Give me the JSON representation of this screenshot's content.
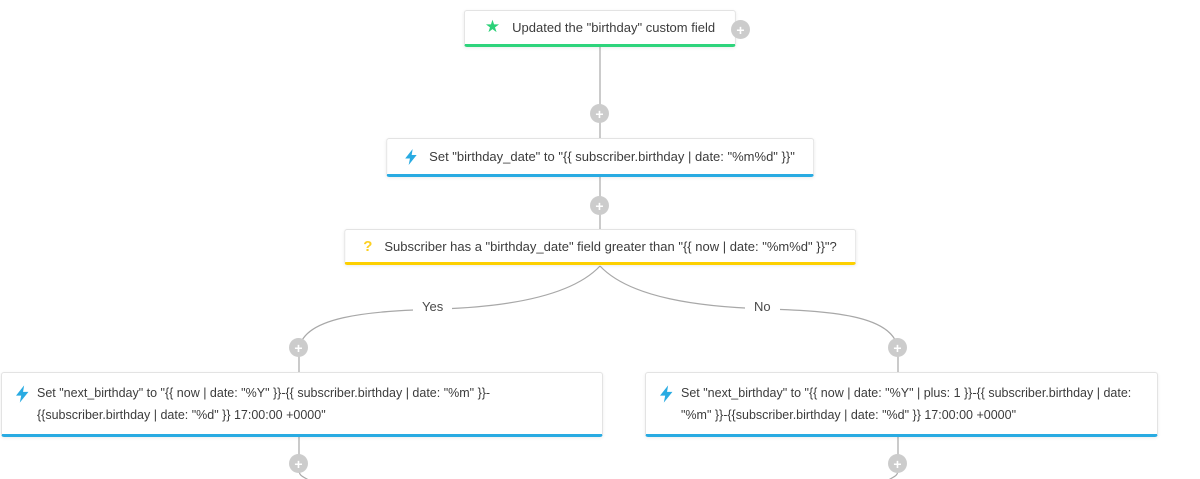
{
  "flow": {
    "trigger": {
      "icon": "star-icon",
      "label": "Updated the \"birthday\" custom field"
    },
    "action_set_birthday_date": {
      "icon": "lightning-icon",
      "label": "Set \"birthday_date\" to \"{{ subscriber.birthday | date: \"%m%d\" }}\""
    },
    "condition_birthday_check": {
      "icon": "question-mark-icon",
      "label": "Subscriber has a \"birthday_date\" field greater than \"{{ now | date: \"%m%d\" }}\"?"
    },
    "branch": {
      "yes_label": "Yes",
      "no_label": "No"
    },
    "action_set_next_birthday_yes": {
      "icon": "lightning-icon",
      "label": "Set \"next_birthday\" to \"{{ now | date: \"%Y\" }}-{{ subscriber.birthday | date: \"%m\" }}-{{subscriber.birthday | date: \"%d\" }} 17:00:00 +0000\""
    },
    "action_set_next_birthday_no": {
      "icon": "lightning-icon",
      "label": "Set \"next_birthday\" to \"{{ now | date: \"%Y\" | plus: 1 }}-{{ subscriber.birthday | date: \"%m\" }}-{{subscriber.birthday | date: \"%d\" }} 17:00:00 +0000\""
    }
  },
  "ui": {
    "plus_glyph": "+",
    "star_glyph": "★",
    "question_glyph": "?"
  },
  "colors": {
    "trigger_accent": "#2ed47c",
    "action_accent": "#29abe2",
    "condition_accent": "#fdd000",
    "connector": "#a8a8a8",
    "plus_button": "#cccccc",
    "node_text": "#3c3c3c",
    "background": "#ffffff"
  }
}
